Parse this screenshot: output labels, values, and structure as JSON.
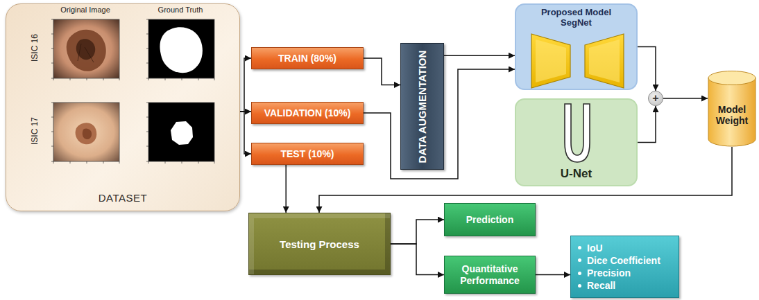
{
  "diagram": {
    "nodes": [
      {
        "text": [
          "DATASET"
        ]
      },
      {
        "text": [
          "TRAIN (80%)"
        ]
      },
      {
        "text": [
          "VALIDATION (10%)"
        ]
      },
      {
        "text": [
          "TEST (10%)"
        ]
      },
      {
        "text": [
          "DATA AUGMENTATION"
        ]
      },
      {
        "text": [
          "Proposed Model SegNet"
        ]
      },
      {
        "text": [
          "U-Net"
        ]
      },
      {
        "text": [
          "+"
        ]
      },
      {
        "text": [
          "Model Weight"
        ]
      },
      {
        "text": [
          "Testing Process"
        ]
      },
      {
        "text": [
          "Prediction"
        ]
      },
      {
        "text": [
          "Quantitative Performance"
        ]
      },
      {
        "text": [
          "IoU",
          "Dice Coefficient",
          "Precision",
          "Recall"
        ]
      }
    ],
    "edges": [
      {
        "from": 0,
        "to": 1,
        "arrow": "to"
      },
      {
        "from": 0,
        "to": 2,
        "arrow": "to"
      },
      {
        "from": 0,
        "to": 3,
        "arrow": "to"
      },
      {
        "from": 1,
        "to": 4,
        "arrow": "to"
      },
      {
        "from": 2,
        "to": 5,
        "arrow": "to"
      },
      {
        "from": 4,
        "to": 5,
        "arrow": "to"
      },
      {
        "from": 5,
        "to": 7,
        "arrow": "to"
      },
      {
        "from": 6,
        "to": 7,
        "arrow": "to"
      },
      {
        "from": 7,
        "to": 8,
        "arrow": "to"
      },
      {
        "from": 8,
        "to": 9,
        "arrow": "to"
      },
      {
        "from": 3,
        "to": 9,
        "arrow": "to"
      },
      {
        "from": 9,
        "to": 10,
        "arrow": "to"
      },
      {
        "from": 9,
        "to": 11,
        "arrow": "to"
      },
      {
        "from": 11,
        "to": 12,
        "arrow": "to"
      }
    ],
    "labels": [
      "Original Image",
      "Ground Truth",
      "ISIC 16",
      "ISIC 17"
    ]
  }
}
